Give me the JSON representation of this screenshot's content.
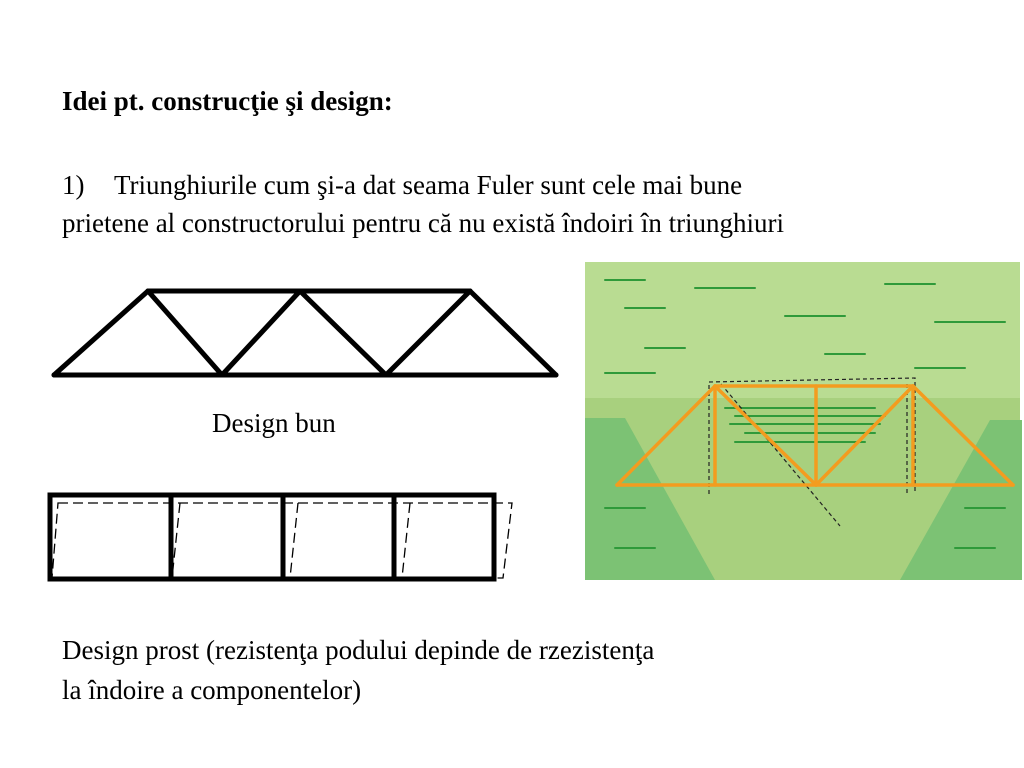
{
  "slide": {
    "title": "Idei pt. construcţie şi design:",
    "point": {
      "number": "1)",
      "text_line1": "Triunghiurile cum şi-a dat seama Fuler sunt cele mai bune",
      "text_line2": "prietene al constructorului pentru că nu există îndoiri în triunghiuri"
    },
    "good_design_label": "Design bun",
    "bad_design_label_line1": "Design prost (rezistenţa podului depinde de rzezistenţa",
    "bad_design_label_line2": "la îndoire a componentelor)"
  },
  "colors": {
    "truss_orange": "#f39c1f",
    "grass_light": "#b9dc92",
    "grass_mid": "#a8d07e",
    "grass_dark": "#7cc274",
    "stroke_green": "#2f9a3a"
  }
}
